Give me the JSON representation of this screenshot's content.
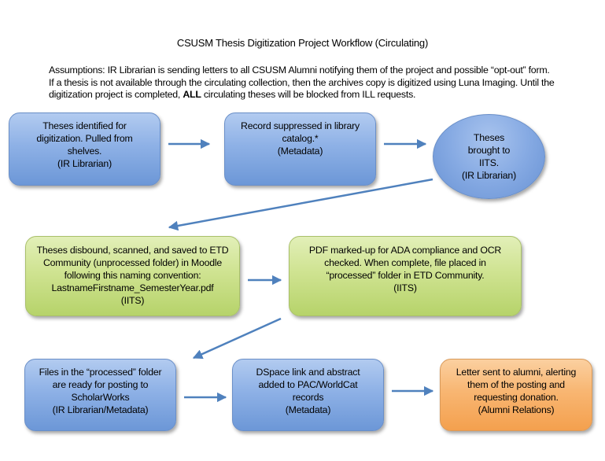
{
  "title": "CSUSM Thesis Digitization Project Workflow (Circulating)",
  "assumptions": {
    "line1": "Assumptions: IR Librarian is sending letters to all CSUSM Alumni notifying them of the project and possible “opt-out” form.",
    "line2": "If a thesis is not available through the circulating collection, then the archives copy is digitized using Luna Imaging.  Until the",
    "line3_pre": "digitization project is completed, ",
    "line3_bold": "ALL",
    "line3_post": " circulating theses will be blocked from ILL requests."
  },
  "nodes": [
    {
      "id": "identified",
      "lines": [
        "Theses identified for",
        "digitization. Pulled from",
        "shelves.",
        "(IR Librarian)"
      ],
      "color": "#8eb1e6"
    },
    {
      "id": "suppressed",
      "lines": [
        "Record suppressed in library",
        "catalog.*",
        "(Metadata)"
      ],
      "color": "#8eb1e6"
    },
    {
      "id": "brought",
      "lines": [
        "Theses",
        "brought to",
        "IITS.",
        "(IR Librarian)"
      ],
      "color": "#86aae3"
    },
    {
      "id": "scanned",
      "lines": [
        "Theses disbound, scanned, and saved to ETD",
        "Community (unprocessed folder) in Moodle",
        "following this naming convention:",
        "LastnameFirstname_SemesterYear.pdf",
        "(IITS)"
      ],
      "color": "#cfe391"
    },
    {
      "id": "marked",
      "lines": [
        "PDF marked-up for ADA compliance and OCR",
        "checked. When complete, file placed in",
        "“processed” folder in ETD Community.",
        "(IITS)"
      ],
      "color": "#cfe391"
    },
    {
      "id": "ready",
      "lines": [
        "Files in the “processed” folder",
        "are ready for posting to",
        "ScholarWorks",
        "(IR Librarian/Metadata)"
      ],
      "color": "#8eb1e6"
    },
    {
      "id": "dspace",
      "lines": [
        "DSpace link and abstract",
        "added to PAC/WorldCat",
        "records",
        "(Metadata)"
      ],
      "color": "#8eb1e6"
    },
    {
      "id": "letter",
      "lines": [
        "Letter sent to alumni, alerting",
        "them of the posting and",
        "requesting donation.",
        "(Alumni Relations)"
      ],
      "color": "#f8b672"
    }
  ],
  "edges": [
    {
      "from": "identified",
      "to": "suppressed"
    },
    {
      "from": "suppressed",
      "to": "brought"
    },
    {
      "from": "brought",
      "to": "scanned"
    },
    {
      "from": "scanned",
      "to": "marked"
    },
    {
      "from": "marked",
      "to": "ready"
    },
    {
      "from": "ready",
      "to": "dspace"
    },
    {
      "from": "dspace",
      "to": "letter"
    }
  ],
  "arrow_color": "#4f81bd"
}
